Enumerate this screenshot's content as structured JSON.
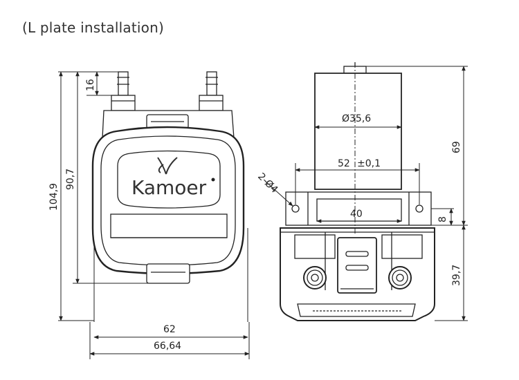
{
  "title": "(L plate installation)",
  "brand": "Kamoer",
  "front_view": {
    "dims": {
      "tube_height": "16",
      "height_overall": "104,9",
      "height_body": "90,7",
      "width_plate": "62",
      "width_overall": "66,64"
    }
  },
  "side_view": {
    "dims": {
      "motor_diameter": "Ø35,6",
      "hole_spacing": "52",
      "tolerance": "±0,1",
      "holes": "2-Ø4",
      "plate_width": "40",
      "plate_thickness": "8",
      "motor_height": "69",
      "base_height": "39,7"
    }
  }
}
